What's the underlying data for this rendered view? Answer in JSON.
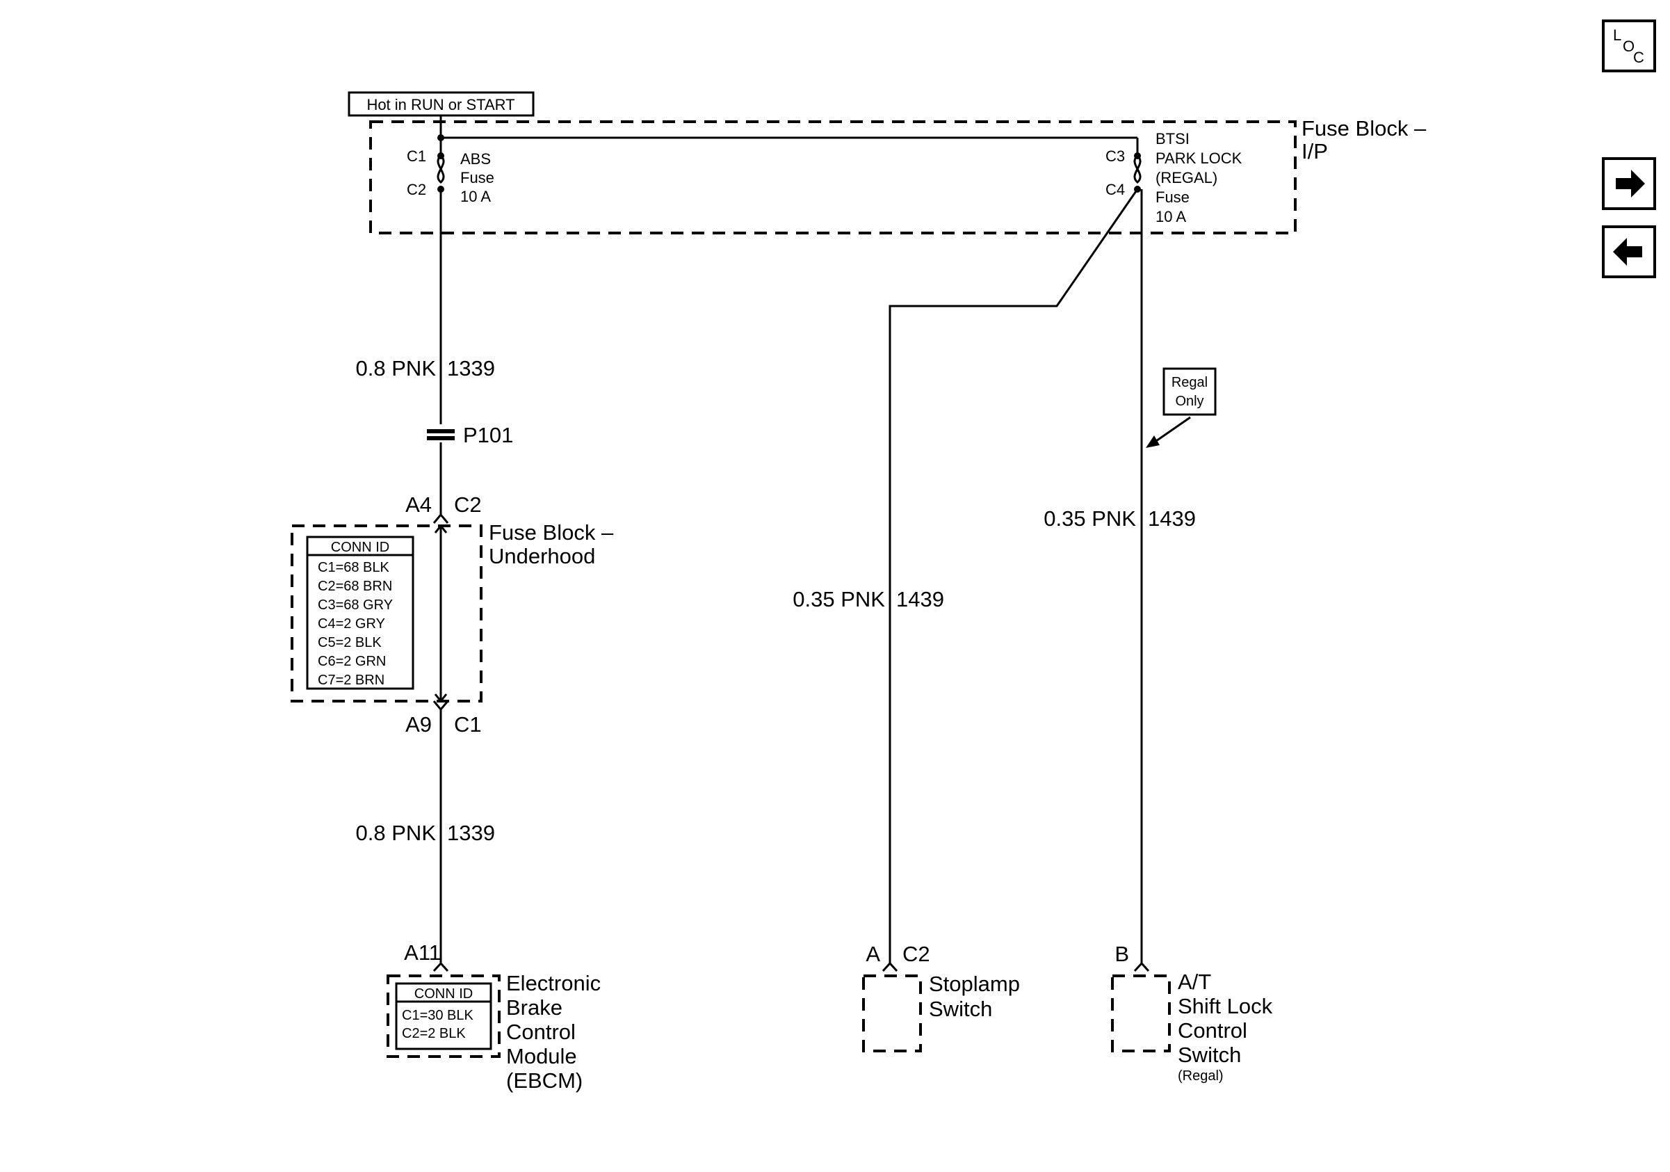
{
  "power": {
    "label": "Hot in RUN or START"
  },
  "fuse_block_ip": {
    "title_line1": "Fuse Block –",
    "title_line2": "I/P",
    "fuse_abs": {
      "pin_in": "C1",
      "pin_out": "C2",
      "name": "ABS",
      "type": "Fuse",
      "rating": "10 A"
    },
    "fuse_btsi": {
      "pin_in": "C3",
      "pin_out": "C4",
      "name_line1": "BTSI",
      "name_line2": "PARK LOCK",
      "name_line3": "(REGAL)",
      "type": "Fuse",
      "rating": "10 A"
    }
  },
  "wires": {
    "upper_left": {
      "size_color": "0.8 PNK",
      "circuit": "1339"
    },
    "lower_left": {
      "size_color": "0.8 PNK",
      "circuit": "1339"
    },
    "middle": {
      "size_color": "0.35 PNK",
      "circuit": "1439"
    },
    "right": {
      "size_color": "0.35 PNK",
      "circuit": "1439"
    }
  },
  "splice": {
    "label": "P101"
  },
  "fuse_block_underhood": {
    "title_line1": "Fuse Block –",
    "title_line2": "Underhood",
    "top_pin": "A4",
    "top_conn": "C2",
    "bottom_pin": "A9",
    "bottom_conn": "C1",
    "conn_id": {
      "header": "CONN ID",
      "rows": [
        "C1=68 BLK",
        "C2=68 BRN",
        "C3=68 GRY",
        "C4=2 GRY",
        "C5=2 BLK",
        "C6=2 GRN",
        "C7=2 BRN"
      ]
    }
  },
  "ebcm": {
    "pin": "A11",
    "name_lines": [
      "Electronic",
      "Brake",
      "Control",
      "Module",
      "(EBCM)"
    ],
    "conn_id": {
      "header": "CONN ID",
      "rows": [
        "C1=30 BLK",
        "C2=2 BLK"
      ]
    }
  },
  "stoplamp": {
    "pin": "A",
    "conn": "C2",
    "name_lines": [
      "Stoplamp",
      "Switch"
    ]
  },
  "shift_lock": {
    "pin": "B",
    "name_lines": [
      "A/T",
      "Shift Lock",
      "Control",
      "Switch"
    ],
    "note": "(Regal)"
  },
  "regal_only": {
    "line1": "Regal",
    "line2": "Only"
  },
  "nav": {
    "loc_icon": "loc-icon",
    "loc_text_l": "L",
    "loc_text_o": "O",
    "loc_text_c": "C",
    "forward_icon": "arrow-right-icon",
    "back_icon": "arrow-left-icon"
  }
}
